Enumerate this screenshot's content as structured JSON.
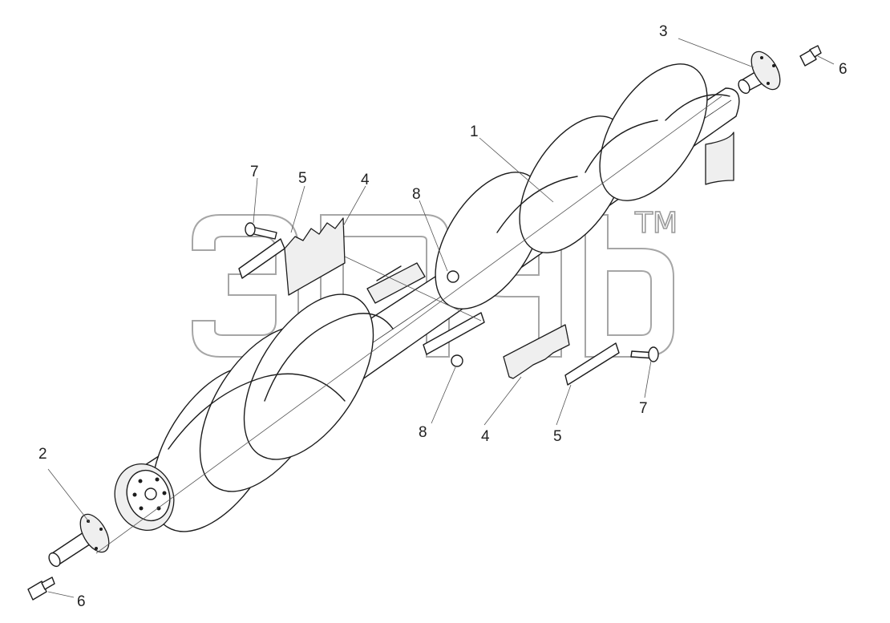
{
  "watermark": {
    "trademark": "TM",
    "color": "#a6a6a6"
  },
  "callouts": [
    {
      "id": "c1",
      "text": "1"
    },
    {
      "id": "c2",
      "text": "2"
    },
    {
      "id": "c3",
      "text": "3"
    },
    {
      "id": "c4a",
      "text": "4"
    },
    {
      "id": "c4b",
      "text": "4"
    },
    {
      "id": "c5a",
      "text": "5"
    },
    {
      "id": "c5b",
      "text": "5"
    },
    {
      "id": "c6a",
      "text": "6"
    },
    {
      "id": "c6b",
      "text": "6"
    },
    {
      "id": "c7a",
      "text": "7"
    },
    {
      "id": "c7b",
      "text": "7"
    },
    {
      "id": "c8a",
      "text": "8"
    },
    {
      "id": "c8b",
      "text": "8"
    }
  ],
  "colors": {
    "line": "#1c1c1c",
    "background": "#ffffff"
  }
}
